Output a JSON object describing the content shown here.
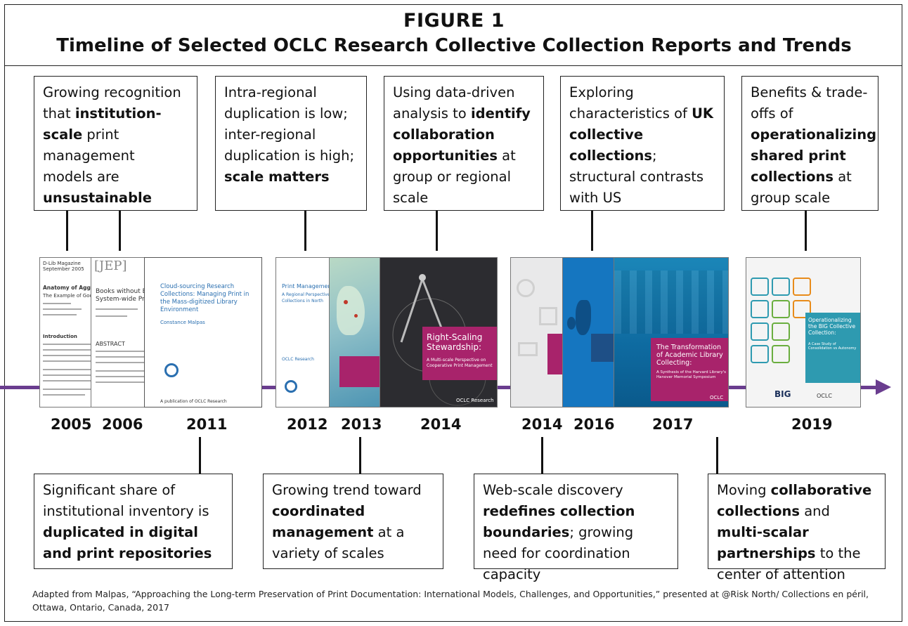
{
  "figure": {
    "label": "FIGURE 1",
    "title": "Timeline of Selected OCLC Research Collective Collection Reports and Trends"
  },
  "top_boxes": [
    {
      "segments": [
        [
          "Growing recognition that ",
          false
        ],
        [
          "institution-scale",
          true
        ],
        [
          " print management models are ",
          false
        ],
        [
          "unsustainable",
          true
        ]
      ]
    },
    {
      "segments": [
        [
          "Intra-regional duplication is low; inter-regional duplication is high; ",
          false
        ],
        [
          "scale matters",
          true
        ]
      ]
    },
    {
      "segments": [
        [
          "Using data-driven analysis to ",
          false
        ],
        [
          "identify collaboration opportunities",
          true
        ],
        [
          " at group or regional scale",
          false
        ]
      ]
    },
    {
      "segments": [
        [
          "Exploring characteristics of ",
          false
        ],
        [
          "UK collective collections",
          true
        ],
        [
          "; structural contrasts with US",
          false
        ]
      ]
    },
    {
      "segments": [
        [
          "Benefits & trade-offs of ",
          false
        ],
        [
          "operationalizing shared print collections",
          true
        ],
        [
          " at group scale",
          false
        ]
      ]
    }
  ],
  "bottom_boxes": [
    {
      "segments": [
        [
          "Significant share of institutional inventory is ",
          false
        ],
        [
          "duplicated in digital and print repositories",
          true
        ]
      ]
    },
    {
      "segments": [
        [
          "Growing trend toward ",
          false
        ],
        [
          "coordinated management",
          true
        ],
        [
          " at a variety of scales",
          false
        ]
      ]
    },
    {
      "segments": [
        [
          "Web-scale discovery ",
          false
        ],
        [
          "redefines collection boundaries",
          true
        ],
        [
          "; growing need for coordination capacity",
          false
        ]
      ]
    },
    {
      "segments": [
        [
          "Moving ",
          false
        ],
        [
          "collaborative collections",
          true
        ],
        [
          " and ",
          false
        ],
        [
          "multi-scalar partnerships",
          true
        ],
        [
          " to the center of attention",
          false
        ]
      ]
    }
  ],
  "years": [
    "2005",
    "2006",
    "2011",
    "2012",
    "2013",
    "2014",
    "2014",
    "2016",
    "2017",
    "2019"
  ],
  "covers": {
    "c2005": {
      "line1": "D-Lib Magazine",
      "line2": "September 2005",
      "heading": "Anatomy of Aggregate Coll",
      "subheading": "The Example of Google Print for Lib",
      "section": "Introduction"
    },
    "c2006": {
      "brand": "[JEP]",
      "title": "Books without Boundaries",
      "subtitle": "System-wide Print Book",
      "section": "ABSTRACT"
    },
    "c2011": {
      "title": "Cloud-sourcing Research Collections: Managing Print in the Mass-digitized Library Environment",
      "author": "Constance Malpas",
      "footer": "A publication of OCLC Research"
    },
    "c2012": {
      "title": "Print Management",
      "sub": "A Regional Perspective Collections in North",
      "footer": "OCLC Research"
    },
    "c2014a": {
      "title": "Right-Scaling Stewardship:",
      "sub": "A Multi-scale Perspective on Cooperative Print Management",
      "brand": "OCLC Research"
    },
    "c2017": {
      "title": "The Transformation of Academic Library Collecting:",
      "sub": "A Synthesis of the Harvard Library's Hanover Memorial Symposium",
      "brand": "OCLC"
    },
    "c2019": {
      "title": "Operationalizing the BIG Collective Collection:",
      "sub": "A Case Study of Consolidation vs Autonomy",
      "brand1": "BIG",
      "brand2": "OCLC"
    }
  },
  "caption": "Adapted from Malpas, “Approaching the Long-term  Preservation of Print Documentation: International Models, Challenges, and Opportunities,” presented at @Risk North/ Collections en péril, Ottawa, Ontario, Canada, 2017",
  "colors": {
    "axis": "#6a3d8f",
    "magenta": "#a8236b",
    "blue": "#1576c0",
    "teal": "#2e9ab0"
  }
}
